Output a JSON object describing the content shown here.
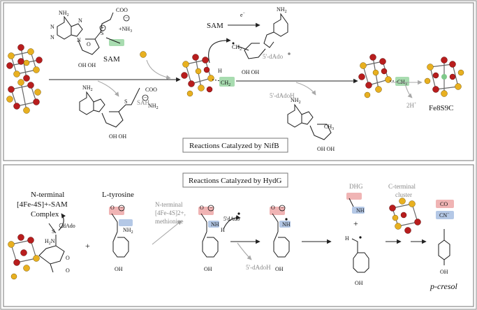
{
  "panel_top": {
    "title": "Reactions Catalyzed by NifB",
    "labels": {
      "sam_1": "SAM",
      "sam_2": "SAM",
      "electron": "e",
      "electron_sup": "−",
      "sah": "SAH",
      "dado_radical": "5'-dAdo",
      "dadoh": "5'-dAdoH",
      "nh2_a": "NH",
      "nh2_b": "NH",
      "nh2_c": "NH",
      "nh2_d": "NH",
      "nh3": "NH",
      "coo_1": "COO",
      "coo_2": "COO",
      "oh_a": "OH OH",
      "oh_b": "OH OH",
      "oh_c": "OH OH",
      "oh_d": "OH OH",
      "ch2": "CH",
      "ch2_b": "CH",
      "ch3": "CH",
      "h": "H",
      "two_h": "2H",
      "product": "Fe8S9C"
    }
  },
  "panel_bottom": {
    "title": "Reactions Catalyzed by HydG",
    "labels": {
      "complex_1": "N-terminal",
      "complex_2": "[4Fe-4S]+-SAM",
      "complex_3": "Complex",
      "tyrosine": "L-tyrosine",
      "plus_1": "+",
      "plus_2": "+",
      "nterm_1": "N-terminal",
      "nterm_2": "[4Fe-4S]2+,",
      "nterm_3": "methionine",
      "dado": "5'dAdo",
      "dado_small": "dAdo",
      "dadoh": "5'-dAdoH",
      "dhg": "DHG",
      "cterm_1": "C-terminal",
      "cterm_2": "cluster",
      "co": "CO",
      "cn": "CN",
      "nh2": "NH",
      "nh_1": "NH",
      "nh_2": "NH",
      "nh_3": "NH",
      "h_1": "H",
      "h_2": "H",
      "oh_1": "OH",
      "oh_2": "OH",
      "oh_3": "OH",
      "oh_4": "OH",
      "oh_5": "OH",
      "s_atom": "S",
      "o_atom": "O",
      "h2n": "H",
      "product": "p-cresol"
    }
  },
  "colors": {
    "iron": "#b81d1d",
    "sulfur": "#e8b020",
    "highlight_green": "#a8dcb0",
    "highlight_red": "#f0b4b4",
    "highlight_blue": "#b4c8e6"
  }
}
